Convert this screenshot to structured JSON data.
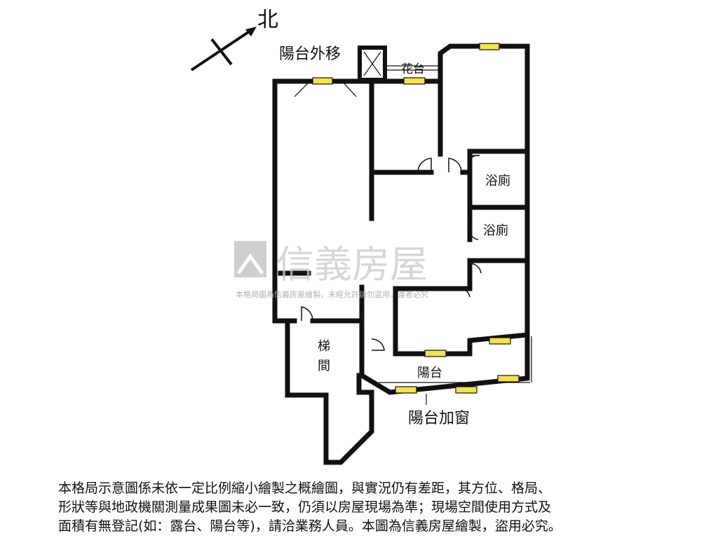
{
  "compass": {
    "label": "北"
  },
  "rooms": {
    "balcony_moved_out": "陽台外移",
    "flower_bed": "花台",
    "bathroom_1": "浴廁",
    "bathroom_2": "浴廁",
    "stairwell_line1": "梯",
    "stairwell_line2": "間",
    "balcony": "陽台",
    "balcony_window": "陽台加窗"
  },
  "watermark": {
    "brand": "信義房屋",
    "notice": "本格局圖為信義房屋繪製，未經允許請勿盜用，違者必究"
  },
  "disclaimer": {
    "line1": "本格局示意圖係未依一定比例縮小繪製之概繪圖，與實況仍有差距，其方位、格局、",
    "line2": "形狀等與地政機關測量成果圖未必一致，仍須以房屋現場為準；現場空間使用方式及",
    "line3": "面積有無登記(如：露台、陽台等)，請洽業務人員。本圖為信義房屋繪製，盜用必究。"
  },
  "colors": {
    "wall": "#111111",
    "window": "#f2e34a",
    "watermark": "#c8c8c8"
  }
}
